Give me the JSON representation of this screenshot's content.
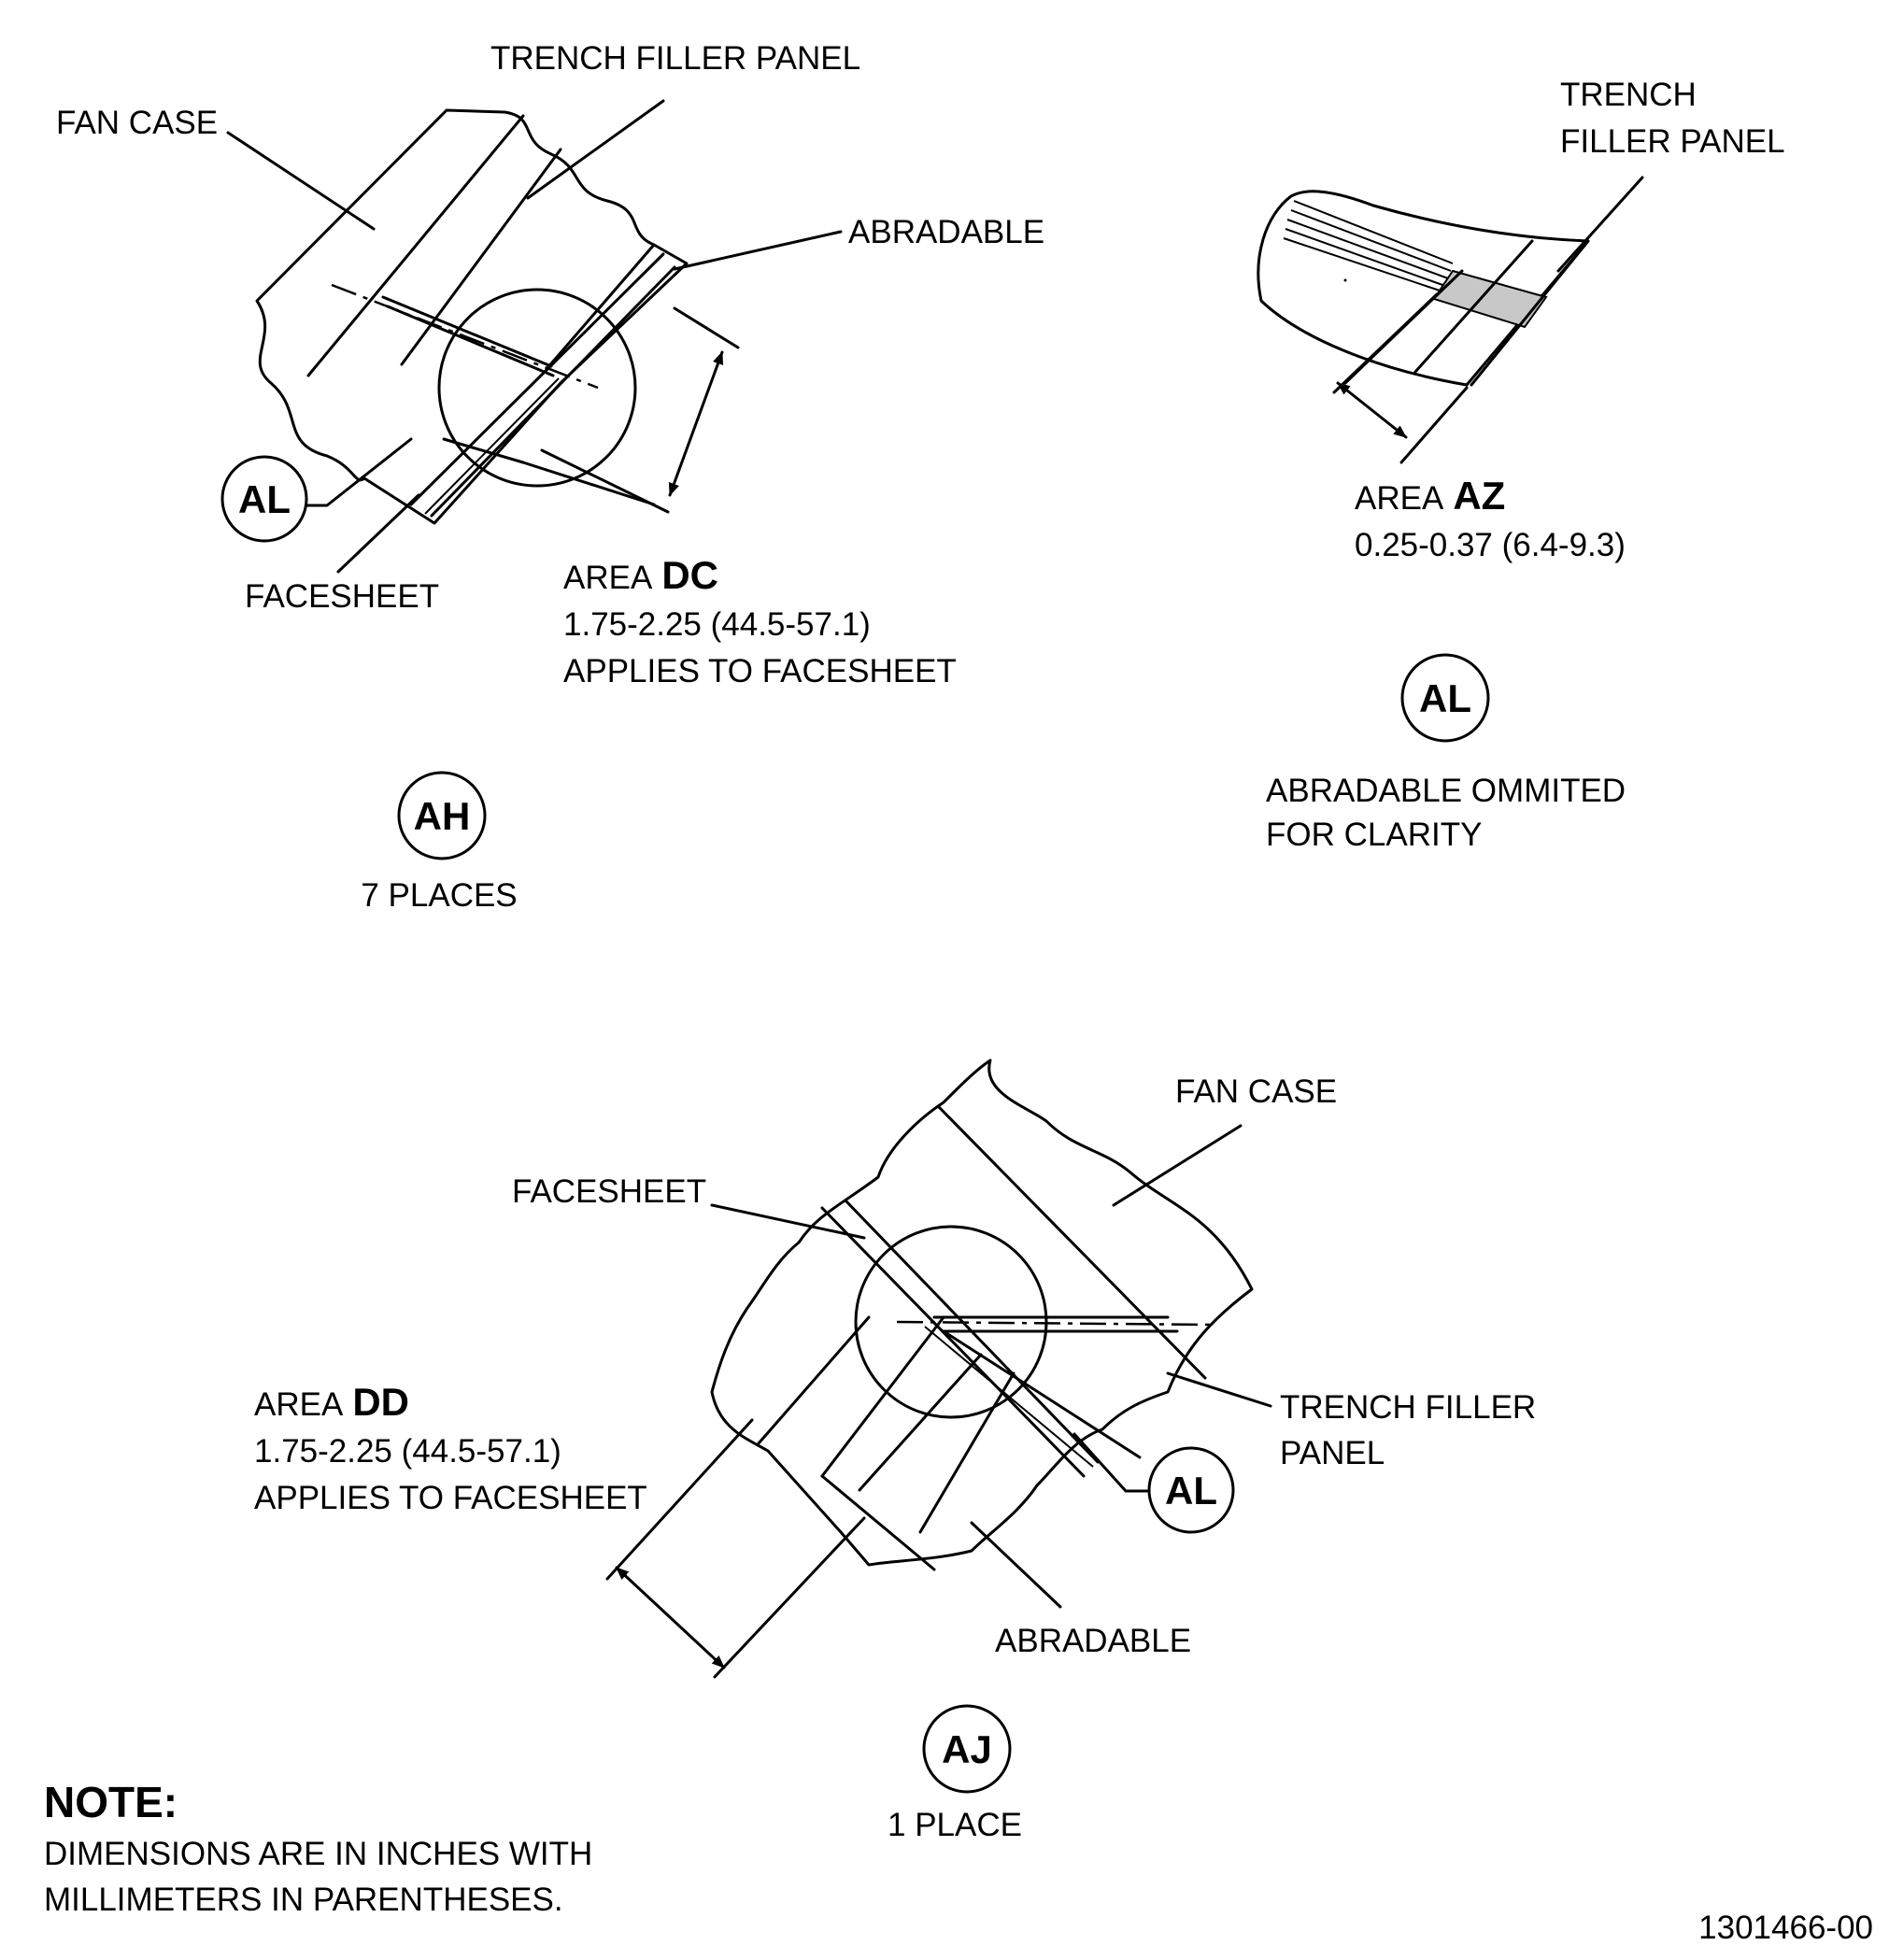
{
  "view_ah": {
    "fan_case": "FAN CASE",
    "trench_filler_panel": "TRENCH FILLER PANEL",
    "abradable": "ABRADABLE",
    "facesheet": "FACESHEET",
    "detail_callout": "AL",
    "area_prefix": "AREA",
    "area_id": "DC",
    "dimension": "1.75-2.25 (44.5-57.1)",
    "applies_to": "APPLIES TO FACESHEET",
    "view_id": "AH",
    "view_places": "7 PLACES"
  },
  "view_al": {
    "trench_line1": "TRENCH",
    "trench_line2": "FILLER PANEL",
    "area_prefix": "AREA",
    "area_id": "AZ",
    "dimension": "0.25-0.37 (6.4-9.3)",
    "view_id": "AL",
    "caption_line1": "ABRADABLE OMMITED",
    "caption_line2": "FOR CLARITY",
    "highlight_color": "#c8c8c8"
  },
  "view_aj": {
    "fan_case": "FAN CASE",
    "facesheet": "FACESHEET",
    "area_prefix": "AREA",
    "area_id": "DD",
    "dimension": "1.75-2.25 (44.5-57.1)",
    "applies_to": "APPLIES TO FACESHEET",
    "trench_line1": "TRENCH FILLER",
    "trench_line2": "PANEL",
    "detail_callout": "AL",
    "abradable": "ABRADABLE",
    "view_id": "AJ",
    "view_places": "1 PLACE"
  },
  "note": {
    "title": "NOTE:",
    "line1": "DIMENSIONS ARE IN INCHES WITH",
    "line2": "MILLIMETERS IN PARENTHESES."
  },
  "figure_number": "1301466-00"
}
